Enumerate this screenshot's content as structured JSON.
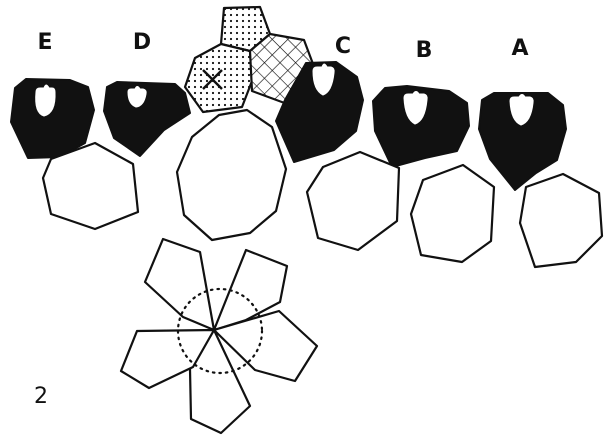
{
  "figure": {
    "number": "2",
    "labels": {
      "a": "A",
      "b": "B",
      "c": "C",
      "d": "D",
      "e": "E"
    }
  },
  "colors": {
    "ink": "#111111",
    "paper": "#ffffff"
  }
}
